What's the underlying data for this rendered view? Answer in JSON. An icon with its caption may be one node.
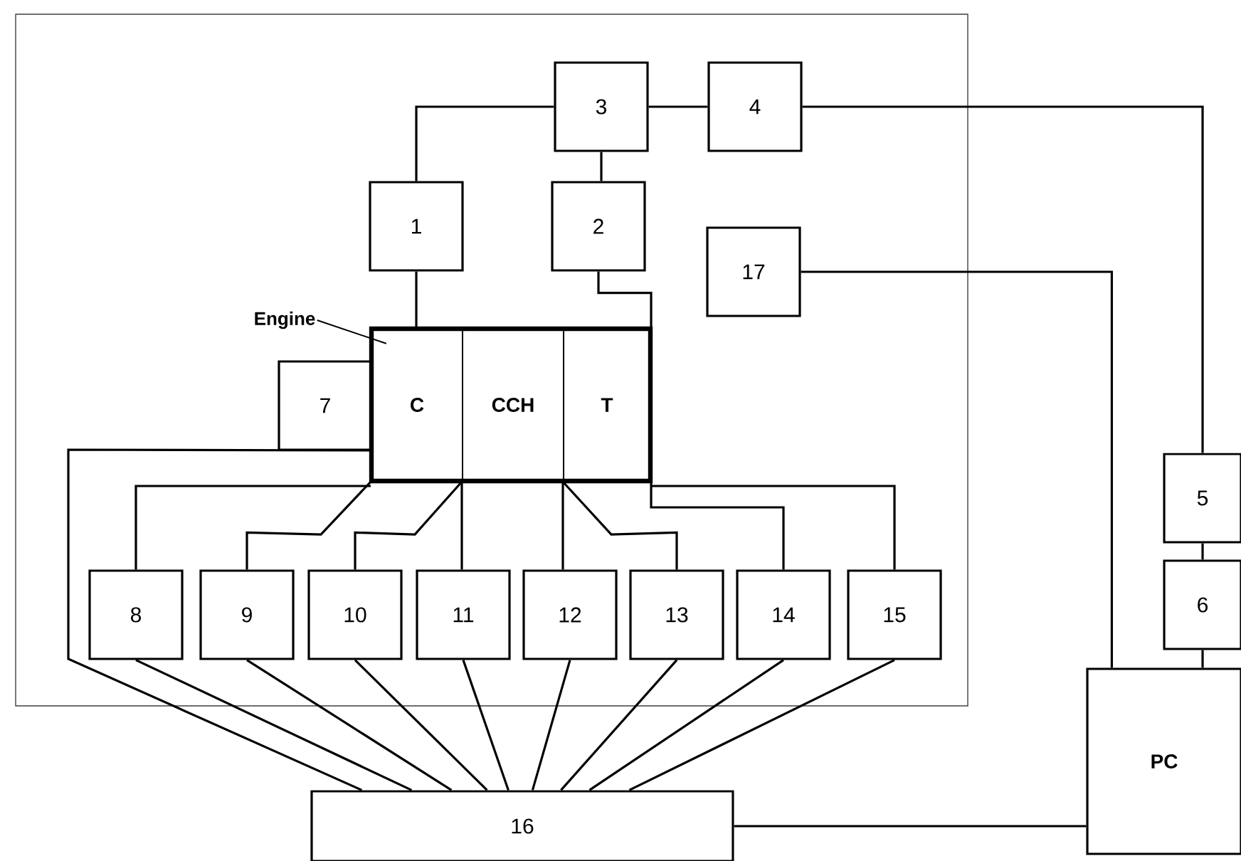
{
  "diagram": {
    "nodes": [
      {
        "text": [],
        "shape": "box"
      },
      {
        "text": [
          "3"
        ],
        "in": 0
      },
      {
        "text": [
          "4"
        ],
        "in": 0
      },
      {
        "text": [
          "1"
        ],
        "in": 0
      },
      {
        "text": [
          "2"
        ],
        "in": 0
      },
      {
        "text": [
          "17"
        ],
        "in": 0
      },
      {
        "text": [
          "Engine"
        ],
        "in": 0
      },
      {
        "text": [],
        "shape": "box",
        "in": 0
      },
      {
        "text": [
          "C"
        ],
        "in": 7
      },
      {
        "text": [
          "CCH"
        ],
        "in": 7
      },
      {
        "text": [
          "T"
        ],
        "in": 7
      },
      {
        "text": [
          "7"
        ],
        "in": 0
      },
      {
        "text": [
          "8"
        ],
        "in": 0
      },
      {
        "text": [
          "9"
        ],
        "in": 0
      },
      {
        "text": [
          "10"
        ],
        "in": 0
      },
      {
        "text": [
          "11"
        ],
        "in": 0
      },
      {
        "text": [
          "12"
        ],
        "in": 0
      },
      {
        "text": [
          "13"
        ],
        "in": 0
      },
      {
        "text": [
          "14"
        ],
        "in": 0
      },
      {
        "text": [
          "15"
        ],
        "in": 0
      },
      {
        "text": [
          "5"
        ]
      },
      {
        "text": [
          "6"
        ]
      },
      {
        "text": [
          "PC"
        ]
      },
      {
        "text": [
          "16"
        ]
      }
    ],
    "edges": [
      {
        "from": 1,
        "to": 2,
        "arrow": "none"
      },
      {
        "from": 3,
        "to": 1,
        "arrow": "none"
      },
      {
        "from": 1,
        "to": 4,
        "arrow": "none"
      },
      {
        "from": 3,
        "to": 8,
        "arrow": "none"
      },
      {
        "from": 4,
        "to": 10,
        "arrow": "none"
      },
      {
        "from": 2,
        "to": 20,
        "arrow": "none"
      },
      {
        "from": 20,
        "to": 21,
        "arrow": "none"
      },
      {
        "from": 21,
        "to": 22,
        "arrow": "none"
      },
      {
        "from": 5,
        "to": 22,
        "arrow": "none"
      },
      {
        "from": 23,
        "to": 22,
        "arrow": "none"
      },
      {
        "from": 6,
        "to": 7,
        "arrow": "none"
      },
      {
        "from": 8,
        "to": 23,
        "arrow": "none"
      },
      {
        "from": 12,
        "to": 8,
        "arrow": "none"
      },
      {
        "from": 13,
        "to": 8,
        "arrow": "none"
      },
      {
        "from": 14,
        "to": 9,
        "arrow": "none"
      },
      {
        "from": 15,
        "to": 9,
        "arrow": "none"
      },
      {
        "from": 16,
        "to": 10,
        "arrow": "none"
      },
      {
        "from": 17,
        "to": 10,
        "arrow": "none"
      },
      {
        "from": 18,
        "to": 10,
        "arrow": "none"
      },
      {
        "from": 19,
        "to": 10,
        "arrow": "none"
      },
      {
        "from": 12,
        "to": 23,
        "arrow": "none"
      },
      {
        "from": 13,
        "to": 23,
        "arrow": "none"
      },
      {
        "from": 14,
        "to": 23,
        "arrow": "none"
      },
      {
        "from": 15,
        "to": 23,
        "arrow": "none"
      },
      {
        "from": 16,
        "to": 23,
        "arrow": "none"
      },
      {
        "from": 17,
        "to": 23,
        "arrow": "none"
      },
      {
        "from": 18,
        "to": 23,
        "arrow": "none"
      },
      {
        "from": 19,
        "to": 23,
        "arrow": "none"
      }
    ]
  }
}
